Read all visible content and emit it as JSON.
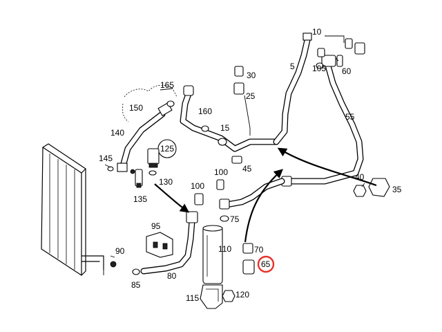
{
  "diagram": {
    "highlight_color": "#e8312a",
    "highlighted_part": "65",
    "part_labels": {
      "p5": "5",
      "p10": "10",
      "p15": "15",
      "p25": "25",
      "p30": "30",
      "p35": "35",
      "p40": "40",
      "p45": "45",
      "p55": "55",
      "p60": "60",
      "p65": "65",
      "p70": "70",
      "p75": "75",
      "p80": "80",
      "p85": "85",
      "p90": "90",
      "p95": "95",
      "p100a": "100",
      "p100b": "100",
      "p105": "105",
      "p110": "110",
      "p115": "115",
      "p120": "120",
      "p125": "125",
      "p130": "130",
      "p135": "135",
      "p140": "140",
      "p145": "145",
      "p150": "150",
      "p160": "160",
      "p165": "165"
    }
  }
}
